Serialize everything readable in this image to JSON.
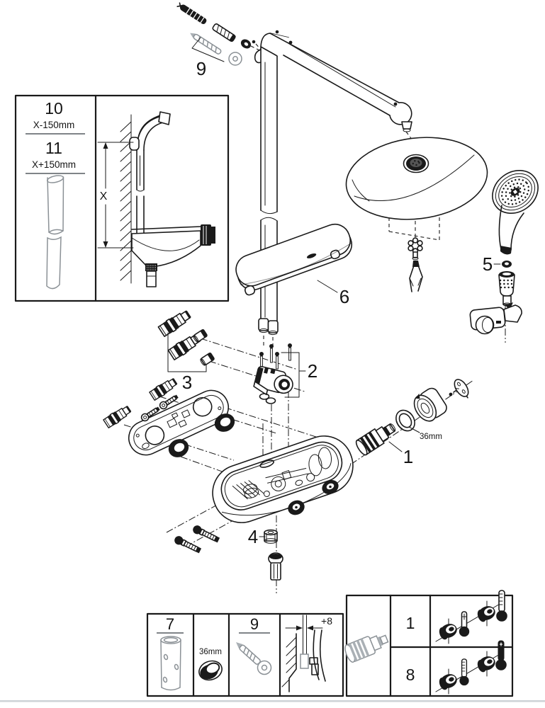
{
  "drawing": {
    "type": "exploded-parts-diagram",
    "line_color": "#1a1a1a",
    "gray_color": "#8b9196",
    "background": "#ffffff"
  },
  "callouts": {
    "wall_fixing": "9",
    "shelf": "6",
    "hand_shower_seal": "5",
    "check_valves": "3",
    "diverter": "2",
    "cartridge": "1",
    "cartridge_size": "36mm",
    "plug": "4"
  },
  "height_reference": {
    "option_a_num": "10",
    "option_a_dim": "X-150mm",
    "option_b_num": "11",
    "option_b_dim": "X+150mm",
    "axis_label": "X"
  },
  "spare_parts": {
    "tube_num": "7",
    "ring_size": "36mm",
    "screw_num": "9",
    "offset_label": "+8"
  },
  "calibration": {
    "row_a": "1",
    "row_b": "8"
  }
}
